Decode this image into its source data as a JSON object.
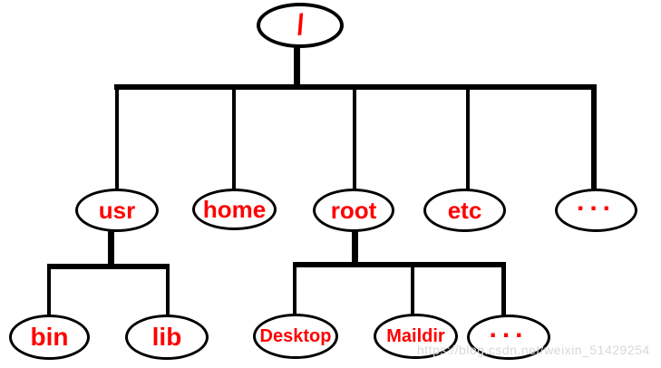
{
  "colors": {
    "background": "#ffffff",
    "line": "#000000",
    "label": "#ff0000",
    "watermark": "#d8d8d8"
  },
  "tree": {
    "root": {
      "label": "/"
    },
    "children": [
      {
        "label": "usr",
        "children": [
          {
            "label": "bin"
          },
          {
            "label": "lib"
          }
        ]
      },
      {
        "label": "home"
      },
      {
        "label": "root",
        "children": [
          {
            "label": "Desktop"
          },
          {
            "label": "Maildir"
          },
          {
            "label": "..."
          }
        ]
      },
      {
        "label": "etc"
      },
      {
        "label": "..."
      }
    ]
  },
  "watermark": {
    "text": "https://blog.csdn.net/weixin_51429254"
  }
}
